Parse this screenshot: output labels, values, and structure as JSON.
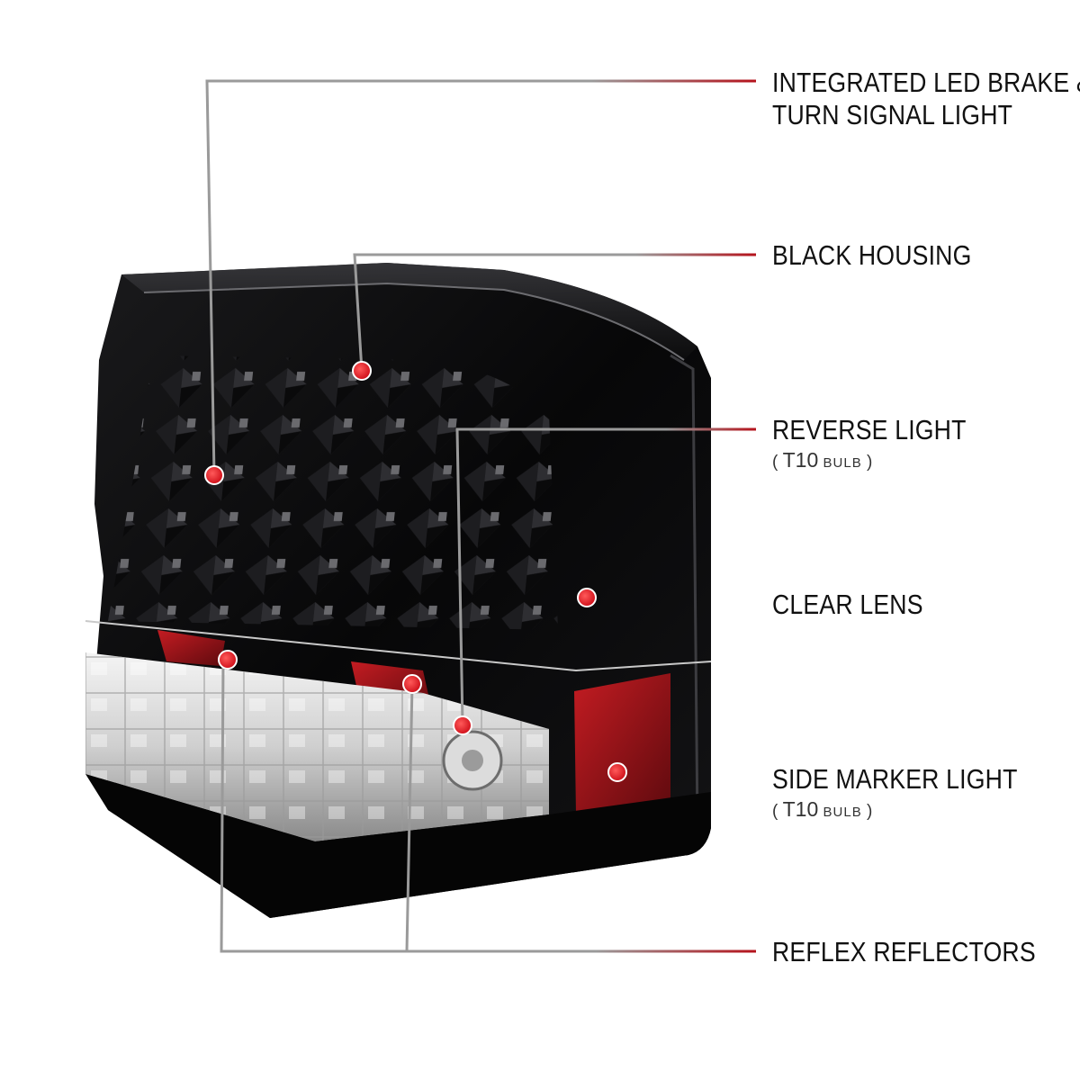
{
  "callouts": {
    "integrated": {
      "line1": "INTEGRATED LED BRAKE &",
      "line2": "TURN SIGNAL LIGHT"
    },
    "housing": {
      "label": "BLACK HOUSING"
    },
    "reverse": {
      "label": "REVERSE LIGHT",
      "open": "(",
      "spec": "T10",
      "unit": "BULB",
      "close": ")"
    },
    "lens": {
      "label": "CLEAR LENS"
    },
    "marker": {
      "label": "SIDE MARKER LIGHT",
      "open": "(",
      "spec": "T10",
      "unit": "BULB",
      "close": ")"
    },
    "reflex": {
      "label": "REFLEX REFLECTORS"
    }
  },
  "colors": {
    "leader_line": "#8c8c8c",
    "accent_red": "#b5121b",
    "dot_red": "#e0141e",
    "housing_black": "#0b0b0c"
  }
}
